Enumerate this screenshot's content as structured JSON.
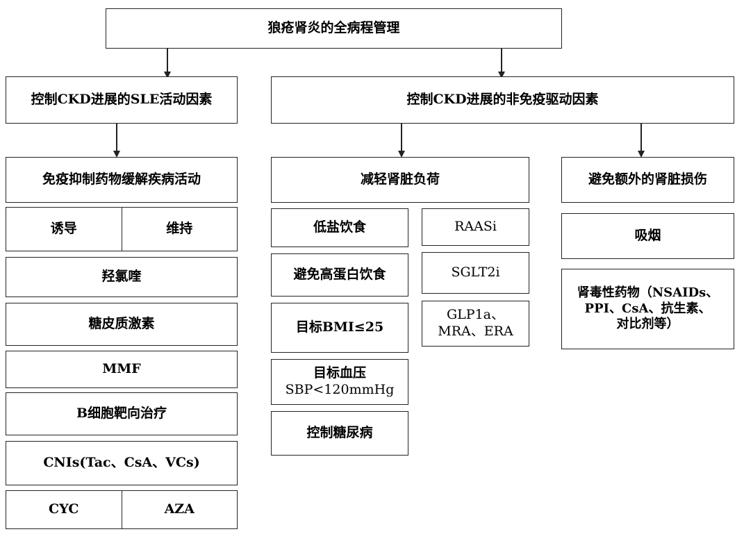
{
  "root": "狼疮肾炎的全病程管理",
  "sle": {
    "title": "控制CKD进展的SLE活动因素",
    "sub": "免疫抑制药物缓解疾病活动",
    "induction": "诱导",
    "maintenance": "维持",
    "items": [
      "羟氯喹",
      "糖皮质激素",
      "MMF",
      "B细胞靶向治疗",
      "CNIs(Tac、CsA、VCs)"
    ],
    "cyc": "CYC",
    "aza": "AZA"
  },
  "nonimmune": {
    "title": "控制CKD进展的非免疫驱动因素",
    "reduce": {
      "title": "减轻肾脏负荷",
      "left": [
        "低盐饮食",
        "避免高蛋白饮食",
        "目标BMI≤25"
      ],
      "bp_line1": "目标血压",
      "bp_line2": "SBP<120mmHg",
      "diabetes": "控制糖尿病",
      "right": [
        "RAASi",
        "SGLT2i"
      ],
      "glp_line1": "GLP1a、",
      "glp_line2": "MRA、ERA"
    },
    "avoid": {
      "title": "避免额外的肾脏损伤",
      "smoking": "吸烟",
      "drugs_line1": "肾毒性药物（NSAIDs、",
      "drugs_line2": "PPI、CsA、抗生素、",
      "drugs_line3": "对比剂等）"
    }
  }
}
